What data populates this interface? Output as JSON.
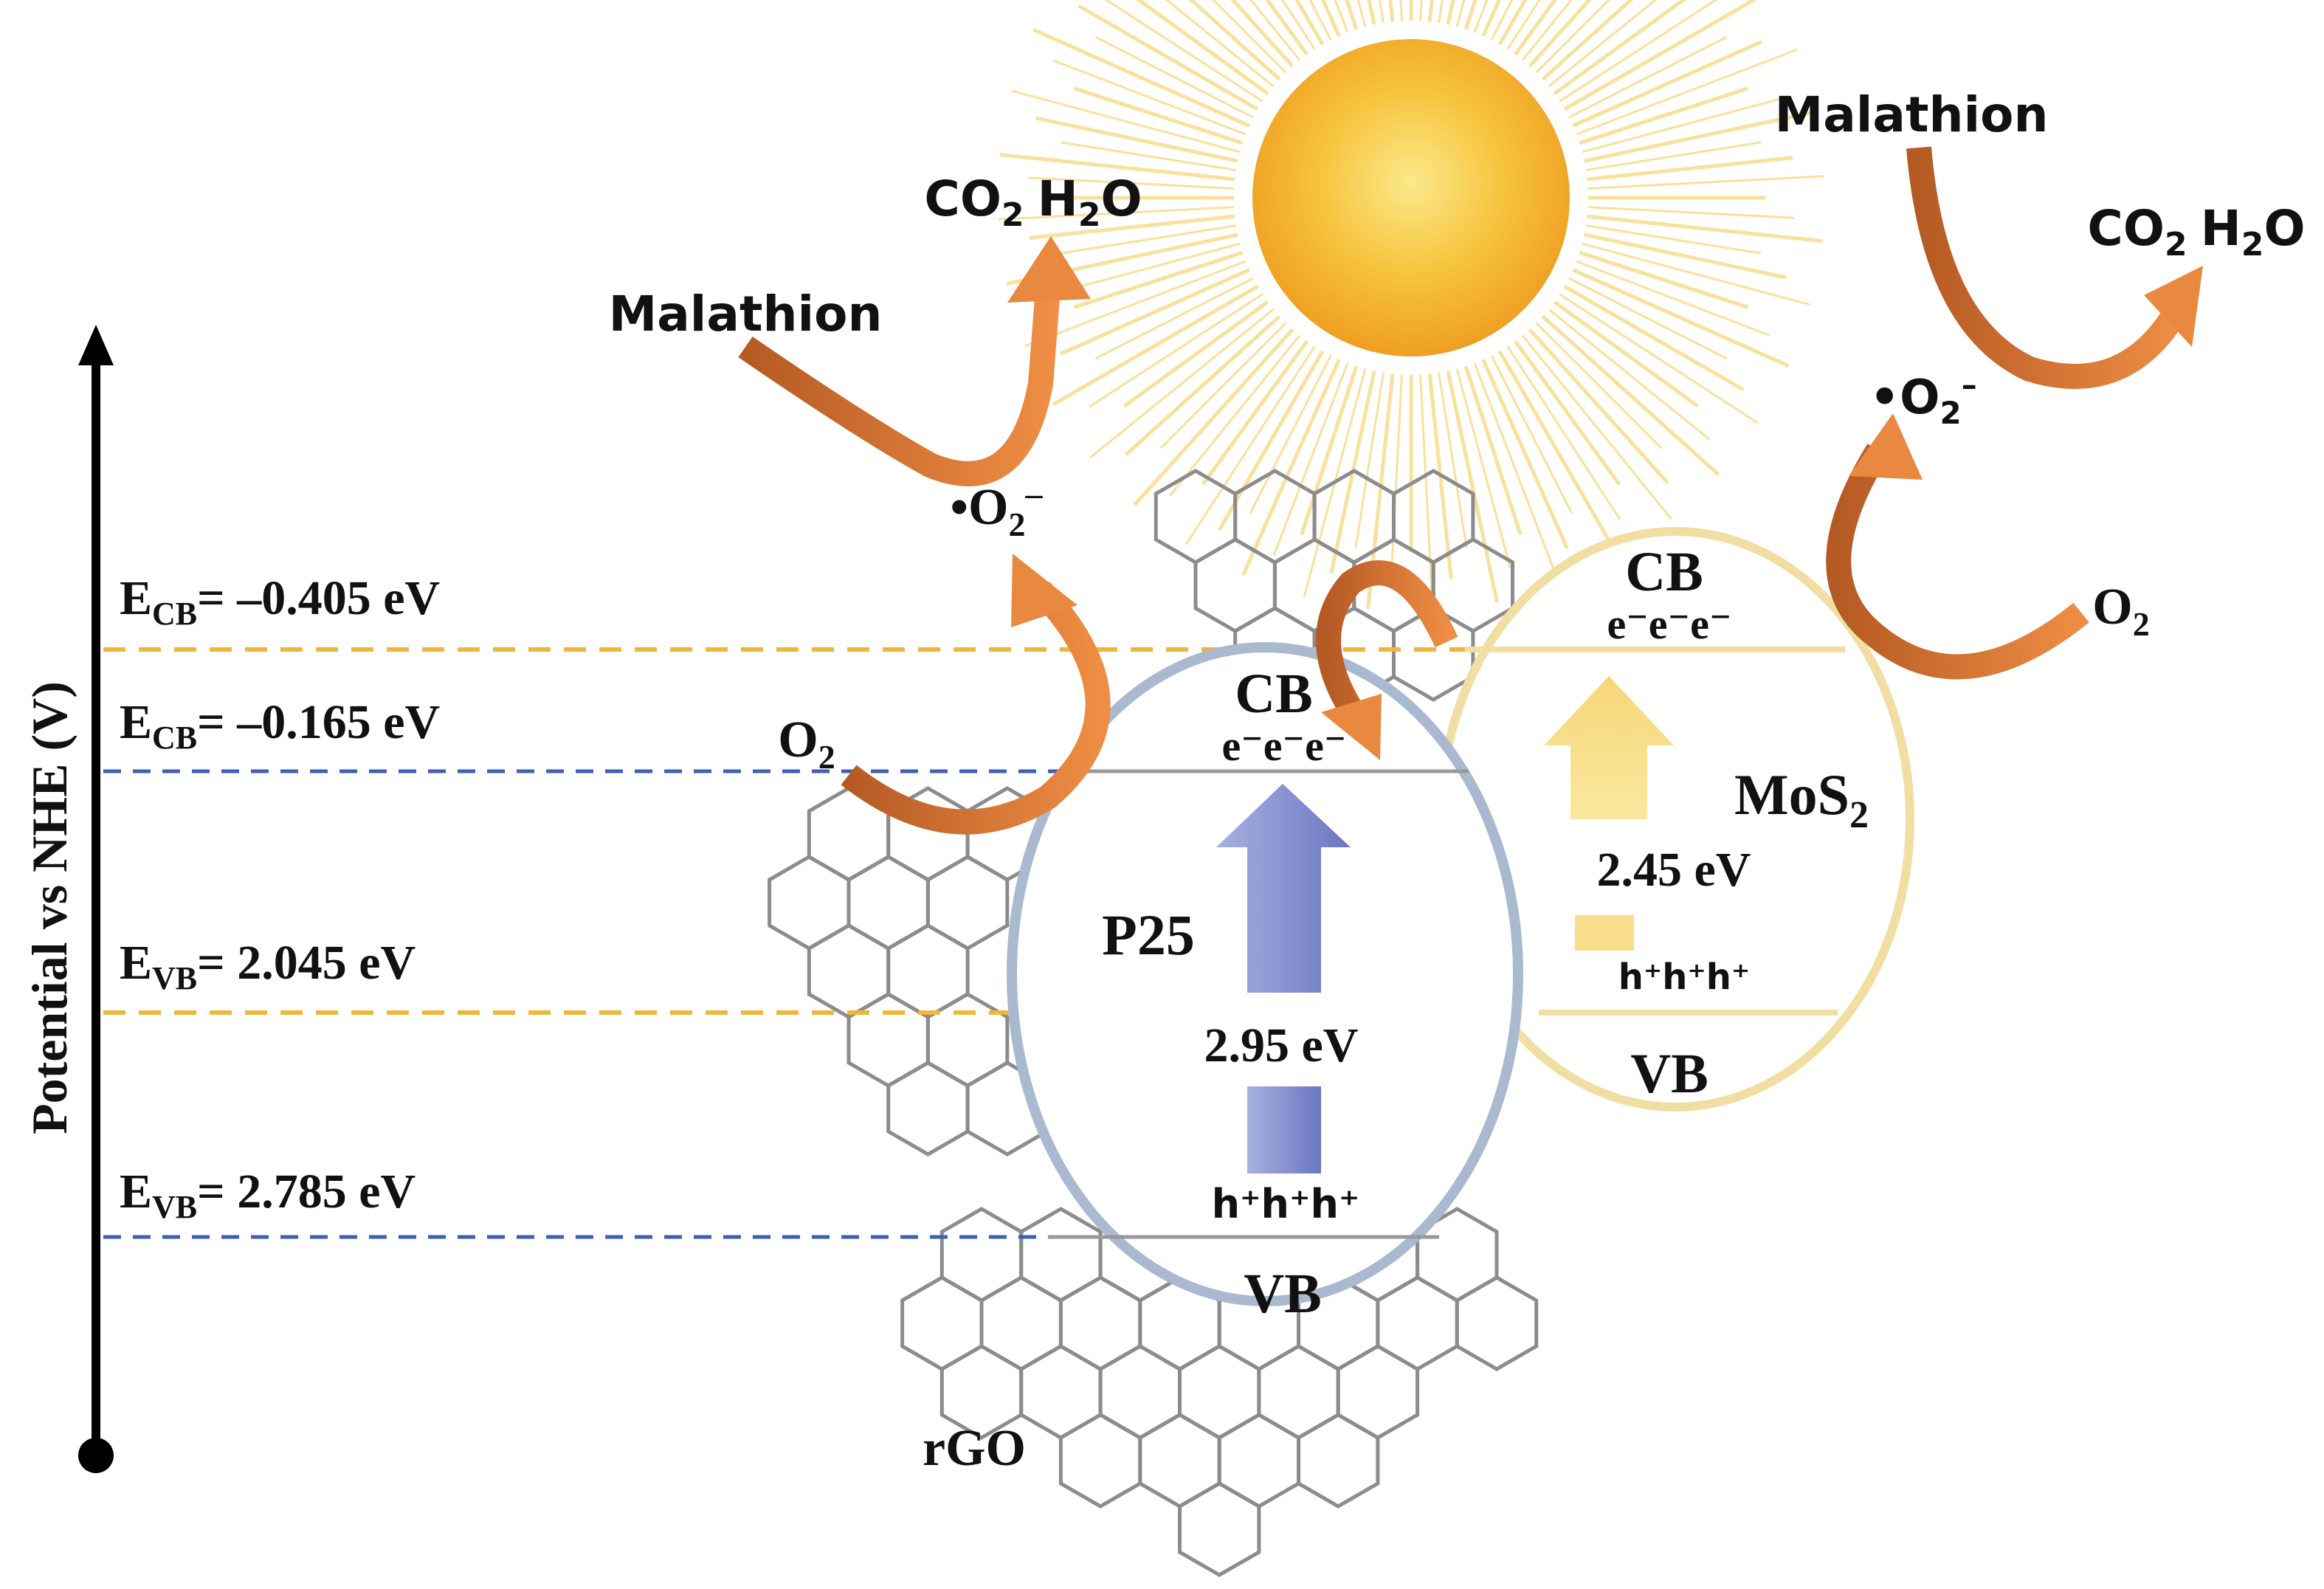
{
  "axis": {
    "label": "Potential vs NHE (V)"
  },
  "levels": [
    {
      "E": "E",
      "sub": "CB",
      "rest": "= –0.405 eV",
      "color": "#f0b63a"
    },
    {
      "E": "E",
      "sub": "CB",
      "rest": "= –0.165 eV",
      "color": "#3f5fb7"
    },
    {
      "E": "E",
      "sub": "VB",
      "rest": "= 2.045 eV",
      "color": "#f0b63a"
    },
    {
      "E": "E",
      "sub": "VB",
      "rest": "= 2.785 eV",
      "color": "#3f5fb7"
    }
  ],
  "p25": {
    "name": "P25",
    "cb": "CB",
    "vb": "VB",
    "electrons": "e⁻e⁻e⁻",
    "holes": "h⁺h⁺h⁺",
    "gap": "2.95 eV",
    "outline_color": "#a9b9cf",
    "arrow_color": "#7a86c9"
  },
  "mos2": {
    "name_main": "MoS",
    "name_sub": "2",
    "cb": "CB",
    "vb": "VB",
    "electrons": "e⁻e⁻e⁻",
    "holes": "h⁺h⁺h⁺",
    "gap": "2.45 eV",
    "outline_color": "#f1dea2",
    "arrow_color": "#f8de8c"
  },
  "left_reaction": {
    "reactant": "Malathion",
    "products": {
      "co2_main": "CO",
      "co2_sub": "2",
      "h2o_a": "H",
      "h2o_sub": "2",
      "h2o_b": "O"
    },
    "radical": "•O",
    "radical_sub": "2",
    "radical_sup": "–",
    "oxygen_main": "O",
    "oxygen_sub": "2"
  },
  "right_reaction": {
    "reactant": "Malathion",
    "products": {
      "co2_main": "CO",
      "co2_sub": "2",
      "h2o_a": "H",
      "h2o_sub": "2",
      "h2o_b": "O"
    },
    "radical": "•O",
    "radical_sub": "2",
    "radical_sup": "–",
    "oxygen_main": "O",
    "oxygen_sub": "2"
  },
  "graphene": {
    "label": "rGO"
  },
  "colors": {
    "reaction_arrow": "#c8652a",
    "reaction_arrow_light": "#e8893f",
    "sun_core": "#f7c63b",
    "sun_rays": "#f6d77a"
  }
}
